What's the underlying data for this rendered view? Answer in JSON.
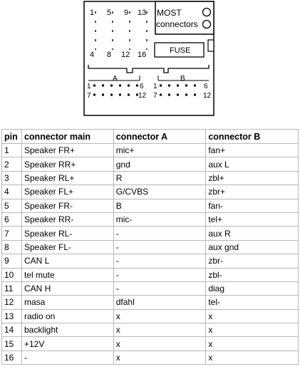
{
  "diagram": {
    "top_pins": [
      "1",
      "5",
      "9",
      "13",
      "4",
      "8",
      "12",
      "16"
    ],
    "most_label": "MOST",
    "connectors_label": "connectors",
    "fuse_label": "FUSE",
    "section_a_label": "A",
    "section_b_label": "B",
    "a_row1": {
      "start": "1",
      "end": "6"
    },
    "a_row2": {
      "start": "7",
      "end": "12"
    },
    "b_row1": {
      "start": "1",
      "end": "6"
    },
    "b_row2": {
      "start": "7",
      "end": "12"
    }
  },
  "table": {
    "headers": [
      "pin",
      "connector main",
      "connector A",
      "connector B"
    ],
    "rows": [
      [
        "1",
        "Speaker FR+",
        "mic+",
        "fan+"
      ],
      [
        "2",
        "Speaker RR+",
        "gnd",
        "aux L"
      ],
      [
        "3",
        "Speaker RL+",
        "R",
        "zbl+"
      ],
      [
        "4",
        "Speaker FL+",
        "G/CVBS",
        "zbr+"
      ],
      [
        "5",
        "Speaker FR-",
        "B",
        "fan-"
      ],
      [
        "6",
        "Speaker RR-",
        "mic-",
        "tel+"
      ],
      [
        "7",
        "Speaker RL-",
        "-",
        "aux R"
      ],
      [
        "8",
        "Speaker FL-",
        "-",
        "aux gnd"
      ],
      [
        "9",
        "CAN L",
        "-",
        "zbr-"
      ],
      [
        "10",
        "tel mute",
        "-",
        "zbl-"
      ],
      [
        "11",
        "CAN H",
        "-",
        "diag"
      ],
      [
        "12",
        "masa",
        "dfahl",
        "tel-"
      ],
      [
        "13",
        "radio on",
        "x",
        "x"
      ],
      [
        "14",
        "backlight",
        "x",
        "x"
      ],
      [
        "15",
        "+12V",
        "x",
        "x"
      ],
      [
        "16",
        "-",
        "x",
        "x"
      ]
    ]
  }
}
